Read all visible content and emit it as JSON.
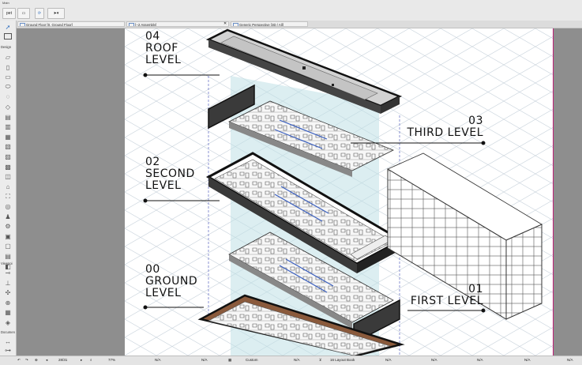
{
  "app": {
    "menu_title": "Main"
  },
  "toolbar": {
    "pointer_tool": "ptr",
    "pet_palette": "pet",
    "arrow_tool": "arrow"
  },
  "tabs": [
    {
      "label": "Ground Floor [0. Ground Floor]"
    },
    {
      "label": "[--2 Assembly]"
    },
    {
      "label": "Generic Perspective [3D / All]"
    }
  ],
  "toolbox": {
    "design_label": "Design",
    "viewpoint_label": "Viewpoi",
    "document_label": "Documen"
  },
  "sheet": {
    "labels": {
      "roof": {
        "num": "04",
        "line1": "ROOF",
        "line2": "LEVEL"
      },
      "second": {
        "num": "02",
        "line1": "SECOND",
        "line2": "LEVEL"
      },
      "ground": {
        "num": "00",
        "line1": "GROUND",
        "line2": "LEVEL"
      },
      "third": {
        "num": "03",
        "line1": "THIRD LEVEL"
      },
      "first": {
        "num": "01",
        "line1": "FIRST LEVEL"
      }
    }
  },
  "statusbar": {
    "page": "28/31",
    "zoom": "77%",
    "na1": "N/A",
    "na2": "N/A",
    "custom": "Custom",
    "na3": "N/A",
    "layout": "16 Layout Book",
    "na4": "N/A",
    "na5": "N/A",
    "na6": "N/A",
    "na7": "N/A",
    "na8": "N/A"
  },
  "colors": {
    "accent": "#c0227a",
    "glass": "#bfe0e6",
    "wood": "#8a5a3c"
  }
}
